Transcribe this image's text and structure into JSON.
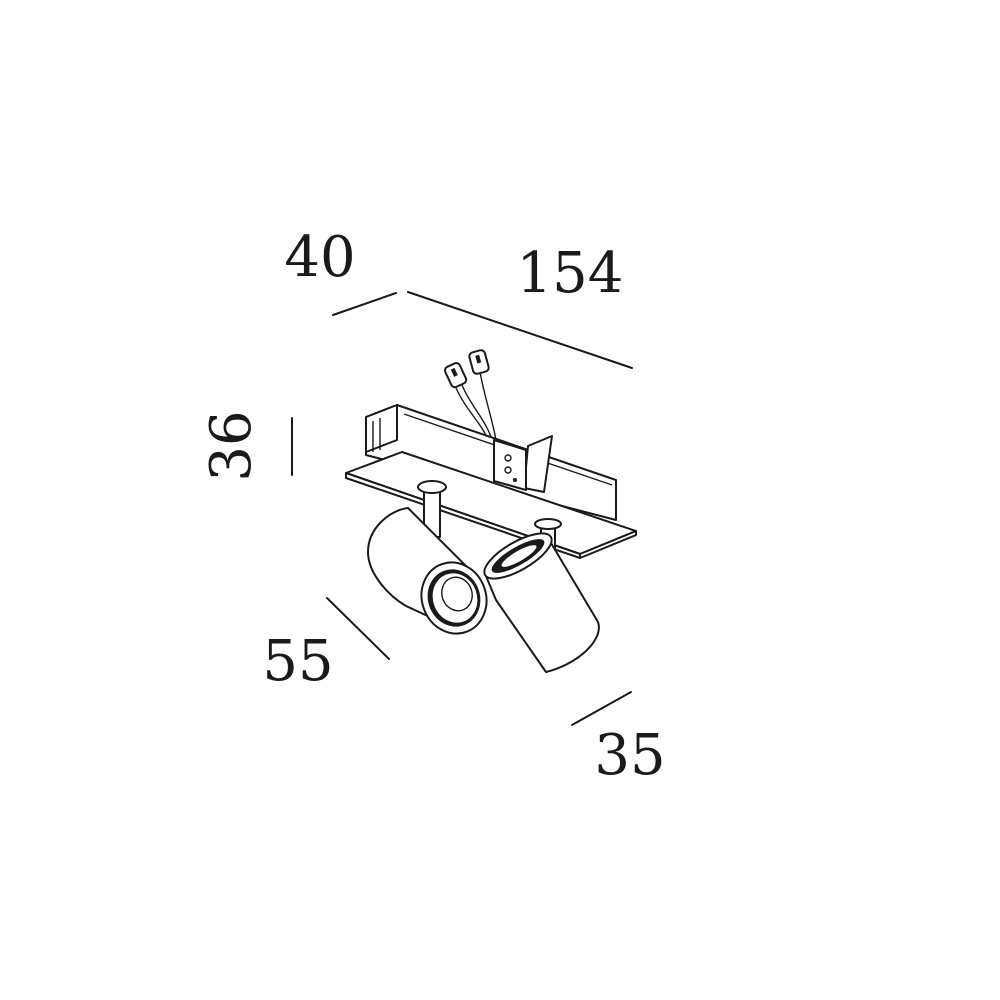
{
  "dimensions": {
    "depth": "40",
    "length": "154",
    "height": "36",
    "projection": "55",
    "head_diameter": "35"
  }
}
